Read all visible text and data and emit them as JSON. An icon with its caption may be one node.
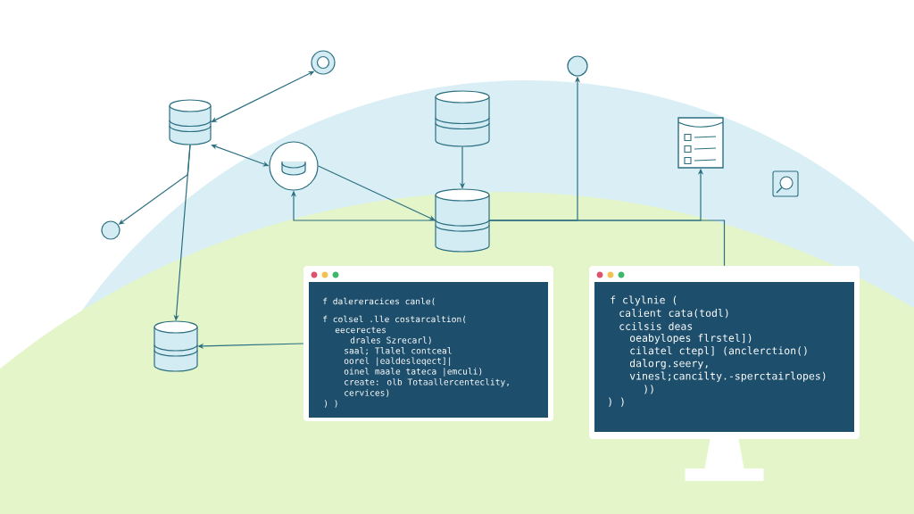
{
  "diagram": {
    "nodes": [
      {
        "text": [],
        "shape": "cylinder"
      },
      {
        "text": [],
        "shape": "circle"
      },
      {
        "text": [],
        "shape": "circle"
      },
      {
        "text": [],
        "shape": "circle"
      },
      {
        "text": [],
        "shape": "cylinder"
      },
      {
        "text": [],
        "shape": "cylinder"
      },
      {
        "text": [],
        "shape": "circle"
      },
      {
        "text": [],
        "shape": "picture"
      },
      {
        "text": [],
        "shape": "cylinder"
      },
      {
        "text": [
          "f dalereracices canle(",
          "f colsel .lle costarcaltion(",
          "eecerectes",
          "drales Szrecarl)",
          "saal; Tlalel  contceal",
          "oorel |ealdesleqect]|",
          "oinel maale tateca |emculi)",
          "create: olb Totaallercenteclity,",
          "cervices)",
          ") )"
        ]
      },
      {
        "text": [
          "f clylnie (",
          "calient cata(todl)",
          "ccilsis deas",
          "oeabylopes flrstel])",
          "cilatel ctepl] (anclerction()",
          "dalorg.seery,",
          "vinesl;cancilty.-sperctairlopes)",
          "))",
          ") )"
        ]
      }
    ],
    "edges": [
      {
        "from": 0,
        "to": 1,
        "arrow": "both"
      },
      {
        "from": 0,
        "to": 3,
        "arrow": "both"
      },
      {
        "from": 0,
        "to": 2,
        "arrow": "to"
      },
      {
        "from": 0,
        "to": 8,
        "arrow": "to"
      },
      {
        "from": 3,
        "to": 5,
        "arrow": "to"
      },
      {
        "from": 4,
        "to": 5,
        "arrow": "to"
      },
      {
        "from": 5,
        "to": 3,
        "arrow": "to"
      },
      {
        "from": 5,
        "to": 6,
        "arrow": "to"
      },
      {
        "from": 5,
        "to": 7,
        "arrow": "to"
      },
      {
        "from": 5,
        "to": 10,
        "arrow": "none"
      },
      {
        "from": 9,
        "to": 8,
        "arrow": "to"
      }
    ]
  }
}
